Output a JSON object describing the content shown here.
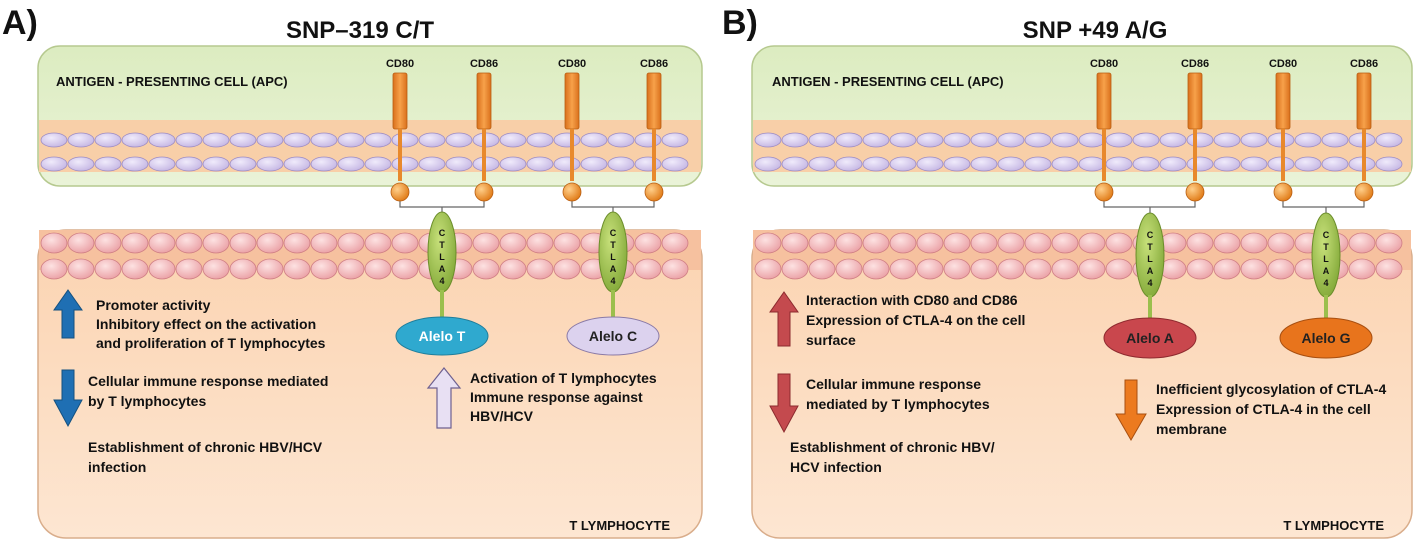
{
  "panel_a": {
    "label": "A)",
    "title": "SNP–319 C/T",
    "apc_label": "ANTIGEN - PRESENTING CELL (APC)",
    "t_label": "T LYMPHOCYTE",
    "receptors": [
      "CD80",
      "CD86",
      "CD80",
      "CD86"
    ],
    "ctla_letters": [
      "C",
      "T",
      "L",
      "A",
      "4"
    ],
    "allele_1": "Alelo T",
    "allele_2": "Alelo C",
    "colors": {
      "allele_1": "#2fa9cf",
      "allele_2": "#dcd2ee",
      "up_arrow": "#1f6fb3",
      "down_arrow": "#1f6fb3",
      "allele2_arrow": "#e8e0f3"
    },
    "effects_up": [
      "Promoter activity",
      "Inhibitory effect on the activation",
      "and proliferation of T lymphocytes"
    ],
    "effects_down": [
      "Cellular immune response mediated",
      "by T lymphocytes"
    ],
    "effects_down_2": [
      "Establishment of chronic HBV/HCV",
      "infection"
    ],
    "allele_2_effects": [
      "Activation of T lymphocytes",
      "Immune response against",
      "HBV/HCV"
    ]
  },
  "panel_b": {
    "label": "B)",
    "title": "SNP +49 A/G",
    "apc_label": "ANTIGEN - PRESENTING CELL (APC)",
    "t_label": "T LYMPHOCYTE",
    "receptors": [
      "CD80",
      "CD86",
      "CD80",
      "CD86"
    ],
    "ctla_letters": [
      "C",
      "T",
      "L",
      "A",
      "4"
    ],
    "allele_1": "Alelo A",
    "allele_2": "Alelo G",
    "colors": {
      "allele_1": "#c9474d",
      "allele_2": "#e8741c",
      "up_arrow": "#c44a4e",
      "down_arrow": "#c44a4e",
      "allele2_arrow": "#ec7a1f"
    },
    "effects_up": [
      "Interaction with CD80 and CD86",
      "Expression of CTLA-4 on the cell",
      "surface"
    ],
    "effects_down": [
      "Cellular immune response",
      "mediated by T lymphocytes"
    ],
    "effects_down_2": [
      "Establishment of chronic HBV/",
      "HCV infection"
    ],
    "allele_2_effects": [
      "Inefficient glycosylation of CTLA-4",
      "Expression of CTLA-4 in the cell",
      "membrane"
    ]
  }
}
